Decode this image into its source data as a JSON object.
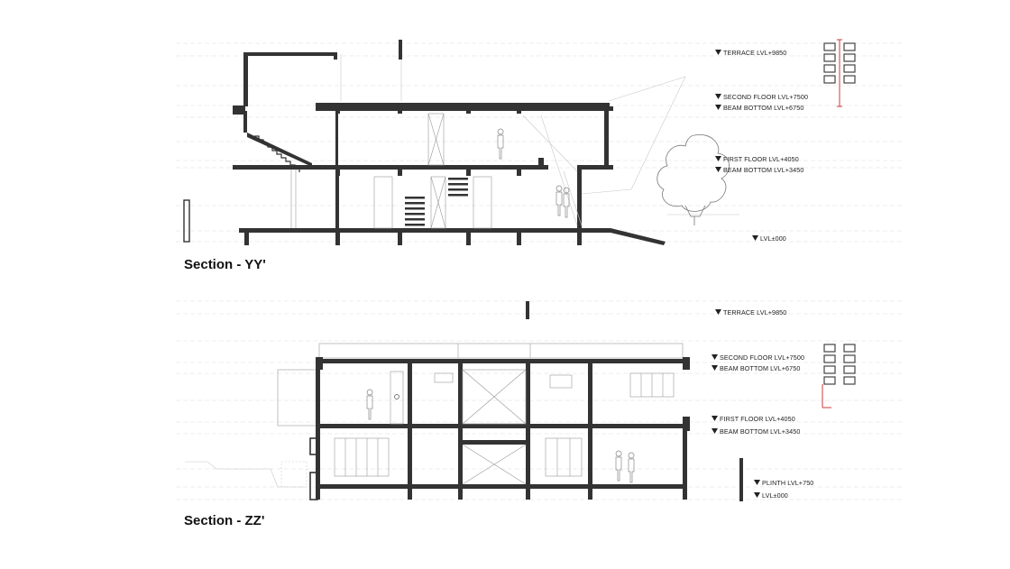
{
  "sections": [
    {
      "id": "yy",
      "title": "Section - YY'",
      "levels": {
        "terrace": "TERRACE  LVL+9850",
        "second_floor": "SECOND FLOOR LVL+7500",
        "beam_bottom_upper": "BEAM BOTTOM LVL+6750",
        "first_floor": "FIRST FLOOR LVL+4050",
        "beam_bottom_lower": "BEAM BOTTOM LVL+3450",
        "ground": "LVL±000"
      }
    },
    {
      "id": "zz",
      "title": "Section - ZZ'",
      "levels": {
        "terrace": "TERRACE  LVL+9850",
        "second_floor": "SECOND FLOOR LVL+7500",
        "beam_bottom_upper": "BEAM BOTTOM LVL+6750",
        "first_floor": "FIRST FLOOR LVL+4050",
        "beam_bottom_lower": "BEAM BOTTOM LVL+3450",
        "plinth": "PLINTH LVL+750",
        "ground": "LVL±000"
      }
    }
  ],
  "colors": {
    "structure": "#333333",
    "line": "#9a9a9a",
    "guide": "#d9d9d9",
    "key_marker": "#d23a3a"
  },
  "icons": [
    "level-marker-icon",
    "key-plan-icon",
    "tree-icon",
    "human-figure-icon"
  ]
}
